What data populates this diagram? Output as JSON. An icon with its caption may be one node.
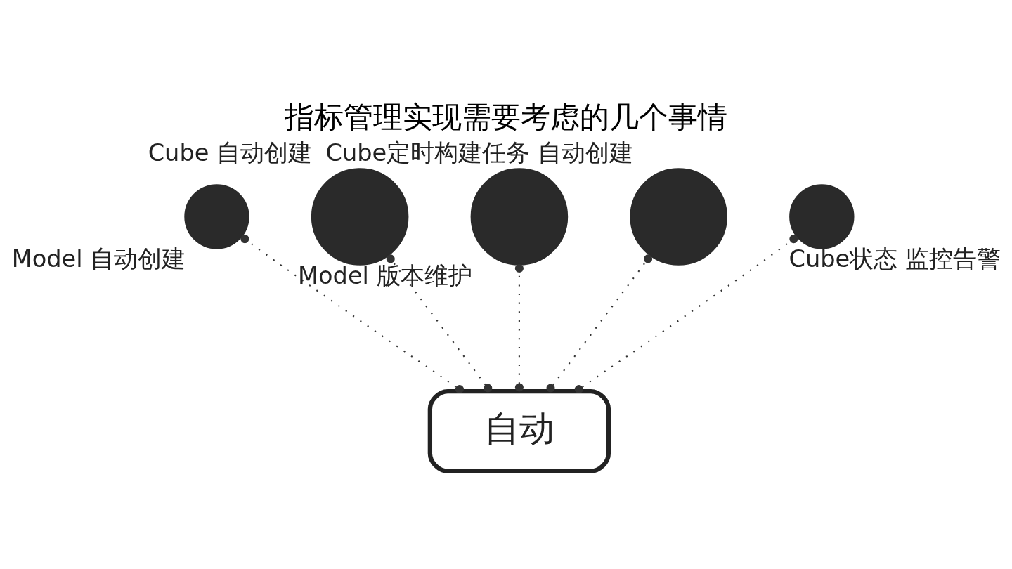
{
  "diagram": {
    "title": "指标管理实现需要考虑的几个事情",
    "nodes": [
      {
        "text": [
          "自动"
        ]
      },
      {
        "text": [],
        "shape": "circle",
        "beside": [
          "Model 自动创建"
        ]
      },
      {
        "text": [],
        "shape": "circle",
        "beside": [
          "Cube 自动创建"
        ]
      },
      {
        "text": [],
        "shape": "circle",
        "beside": [
          "Model 版本维护"
        ]
      },
      {
        "text": [],
        "shape": "circle",
        "beside": [
          "Cube定时构建任务 自动创建"
        ]
      },
      {
        "text": [],
        "shape": "circle",
        "beside": [
          "Cube状态 监控告警"
        ]
      }
    ],
    "edges": [
      {
        "from": 0,
        "to": 1,
        "arrow": "other",
        "style": "dashed"
      },
      {
        "from": 0,
        "to": 2,
        "arrow": "other",
        "style": "dashed"
      },
      {
        "from": 0,
        "to": 3,
        "arrow": "other",
        "style": "dashed"
      },
      {
        "from": 0,
        "to": 4,
        "arrow": "other",
        "style": "dashed"
      },
      {
        "from": 0,
        "to": 5,
        "arrow": "other",
        "style": "dashed"
      }
    ]
  }
}
